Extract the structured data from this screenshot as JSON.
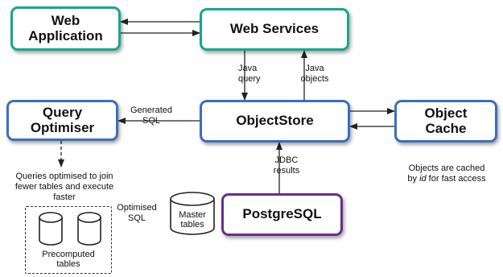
{
  "colors": {
    "teal": "#15a88d",
    "blue": "#3a6fbf",
    "purple": "#6b2c8f",
    "line": "#222222"
  },
  "nodes": {
    "web_application": "Web\nApplication",
    "web_services": "Web Services",
    "query_optimiser": "Query\nOptimiser",
    "object_store": "ObjectStore",
    "object_cache": "Object\nCache",
    "postgresql": "PostgreSQL",
    "master_tables": "Master\ntables",
    "precomputed_tables": "Precomputed\ntables"
  },
  "edge_labels": {
    "java_query": "Java\nquery",
    "java_objects": "Java\nobjects",
    "generated_sql": "Generated\nSQL",
    "jdbc_results": "JDBC\nresults",
    "optimised_sql": "Optimised\nSQL"
  },
  "annotations": {
    "queries_optimised": "Queries optimised to join\nfewer tables and execute\nfaster",
    "cache_note_prefix": "Objects are cached\nby ",
    "cache_note_key": "id",
    "cache_note_suffix": " for fast access"
  }
}
